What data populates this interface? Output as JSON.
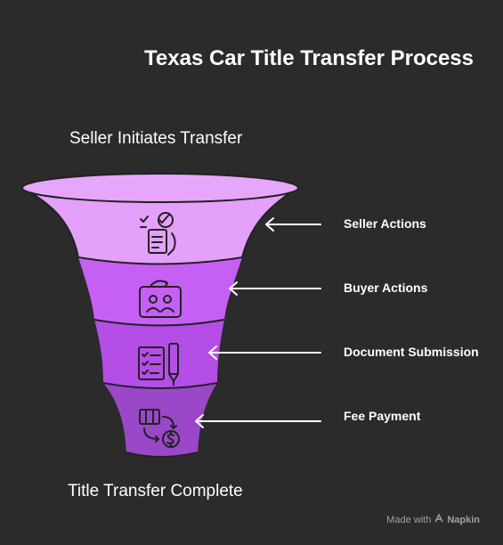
{
  "title": "Texas Car Title Transfer Process",
  "top_label": "Seller Initiates Transfer",
  "bottom_label": "Title Transfer Complete",
  "stages": [
    {
      "label": "Seller Actions",
      "icon": "document-checklist-hand-icon",
      "color": "#e4a0fb"
    },
    {
      "label": "Buyer Actions",
      "icon": "people-exchange-icon",
      "color": "#c660f5"
    },
    {
      "label": "Document Submission",
      "icon": "clipboard-pen-icon",
      "color": "#b44ee6"
    },
    {
      "label": "Fee Payment",
      "icon": "money-exchange-icon",
      "color": "#9a48c8"
    }
  ],
  "watermark": {
    "prefix": "Made with",
    "brand": "Napkin"
  }
}
